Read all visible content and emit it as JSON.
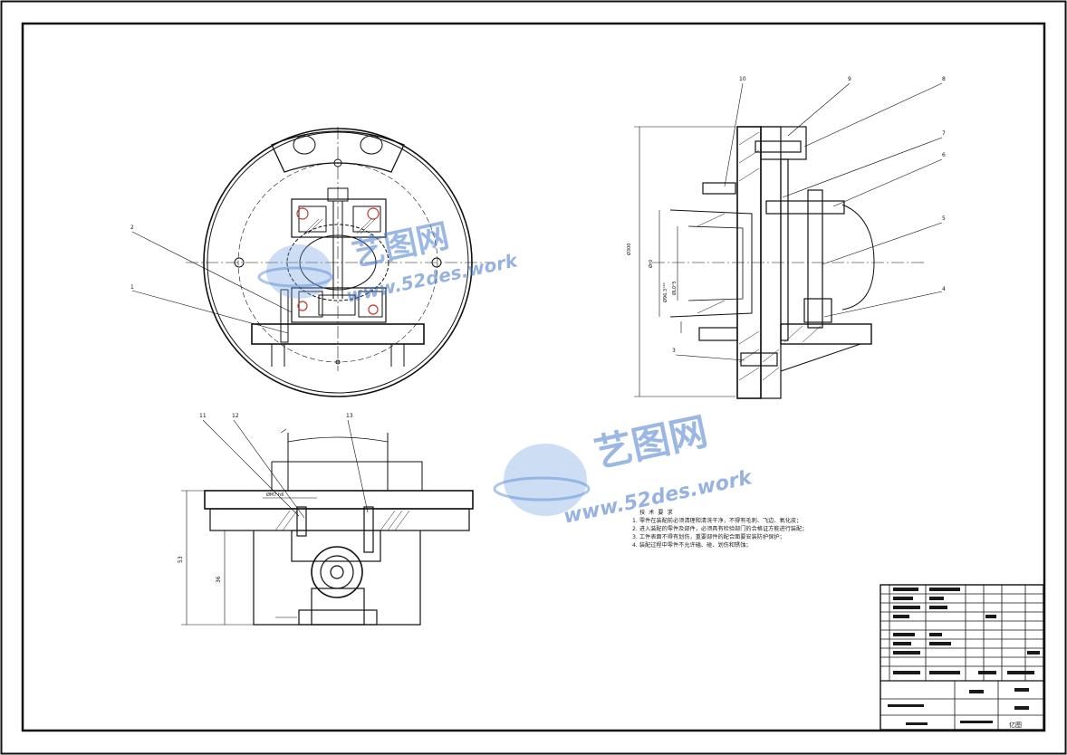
{
  "drawing": {
    "part_numbers": {
      "top_right": [
        "10",
        "9",
        "8",
        "7",
        "6",
        "5",
        "4",
        "3"
      ],
      "left_view": [
        "2",
        "1"
      ],
      "bottom_view": [
        "11",
        "12",
        "13"
      ]
    },
    "dimensions": {
      "side_height": "Ø300",
      "side_inner": "Ør0",
      "side_fit1": "Ø96.3°²⁰",
      "side_fit2": "ØL0°5",
      "bottom_fit": "ØM7 h6",
      "bottom_height": "53",
      "bottom_inner": "36"
    },
    "notes": {
      "title": "技 术 要 求",
      "items": [
        "1. 零件在装配前必须清理和清洗干净，不得有毛刺、飞边、氧化皮；",
        "2. 进入装配的零件及部件，必须具有检验部门的合格证方能进行装配；",
        "3. 工件表面不得有划伤，重要部件的配合面要安装防护保护；",
        "4. 装配过程中零件不允许磕、碰、划伤和锈蚀；"
      ]
    },
    "watermark": {
      "cn": "艺图网",
      "en": "www.52des.work"
    },
    "title_block": {
      "stamp": "亿图"
    },
    "colors": {
      "line": "#111111",
      "watermark": "#4a7fd0",
      "accent": "#c0392b"
    }
  }
}
